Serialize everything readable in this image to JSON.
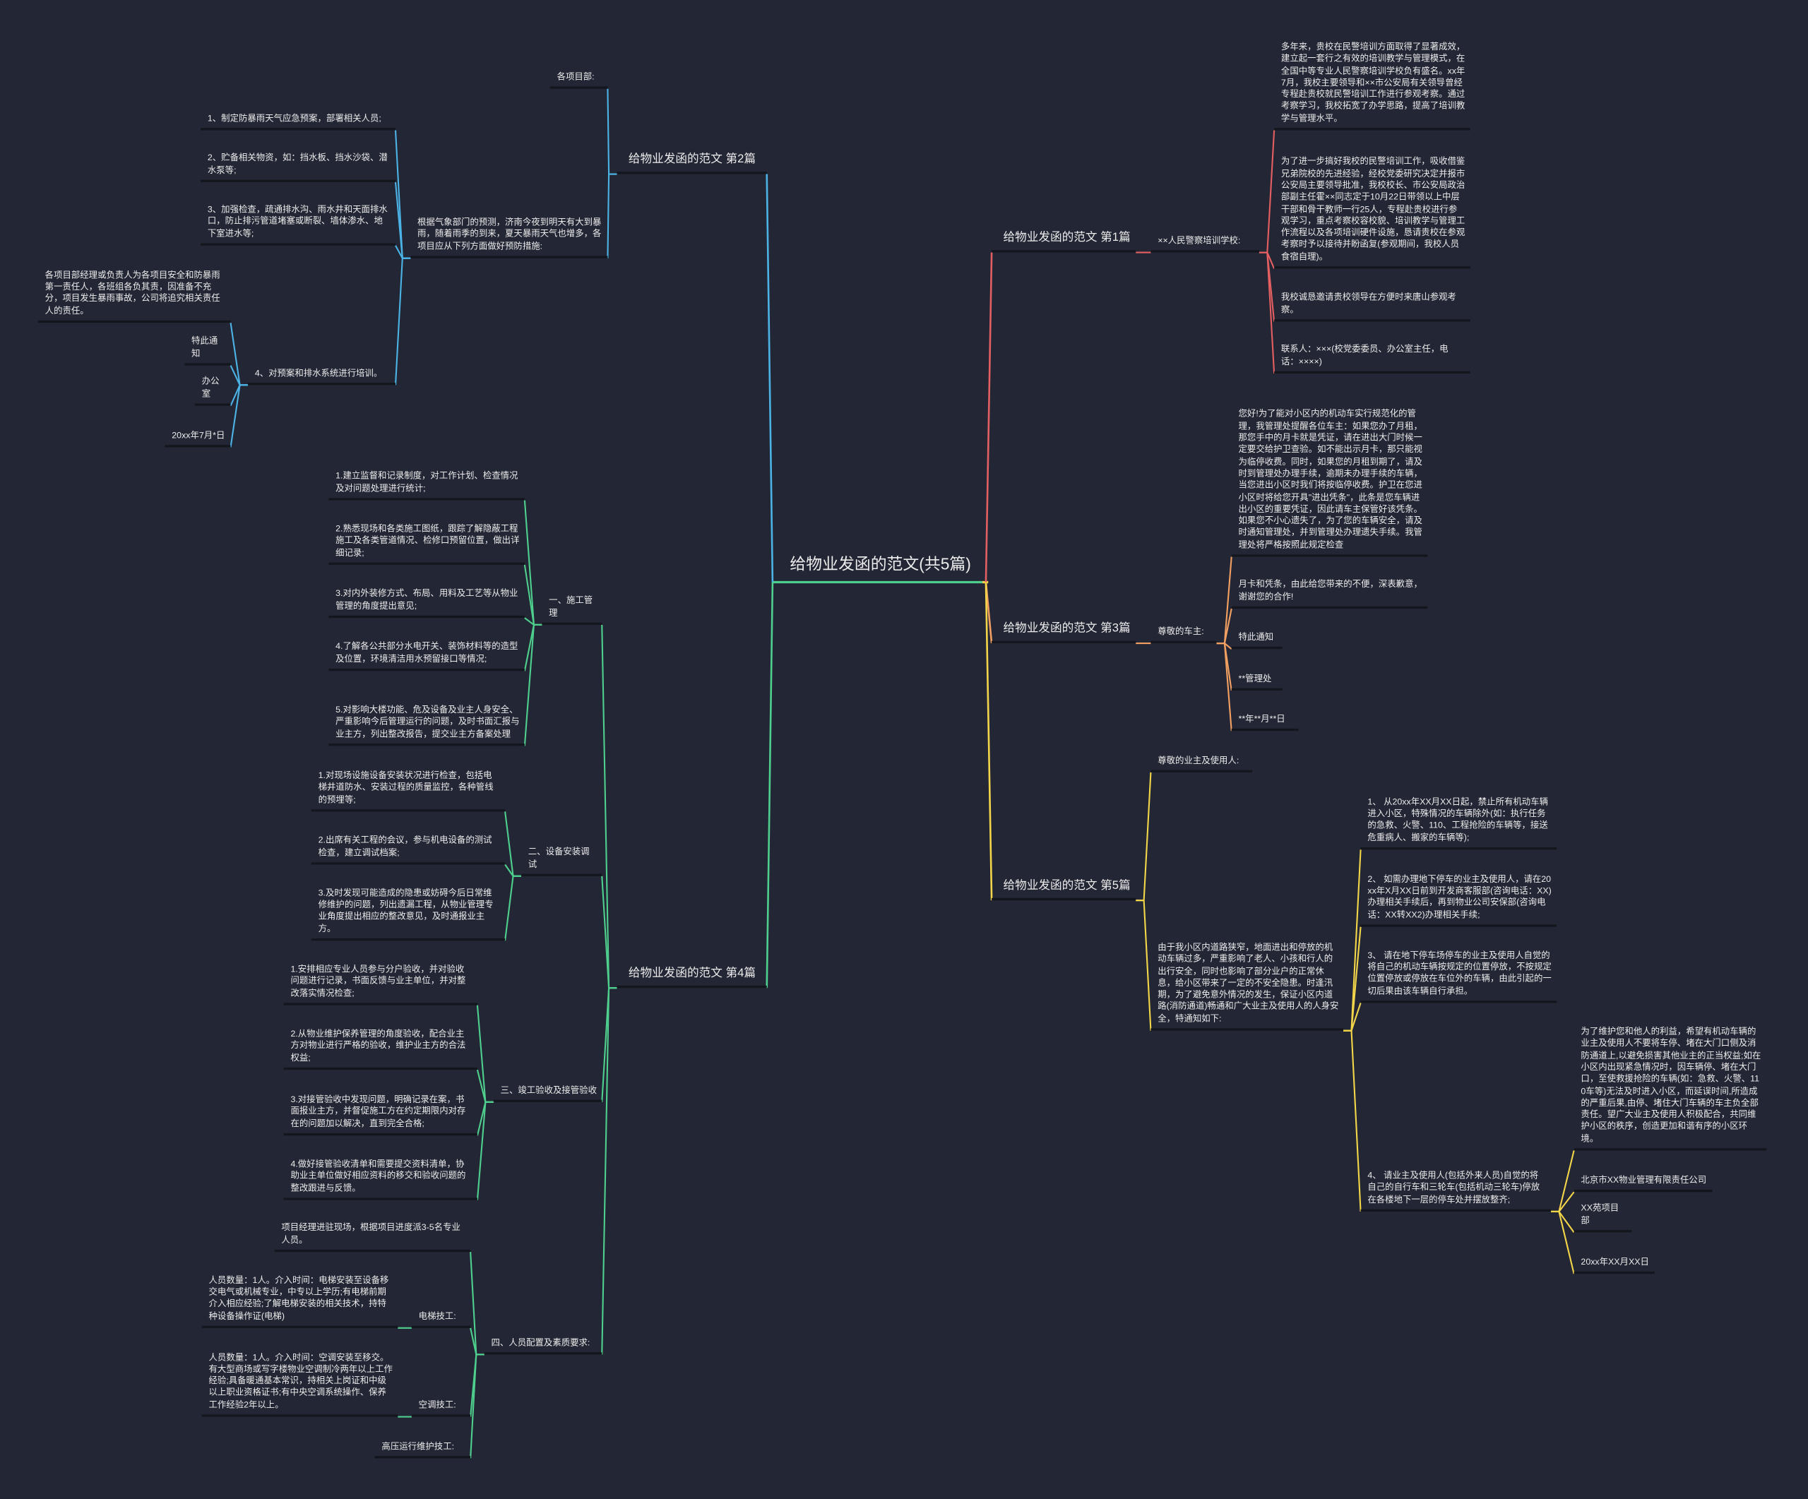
{
  "root": {
    "title": "给物业发函的范文(共5篇)"
  },
  "p2": {
    "title": "给物业发函的范文 第2篇",
    "greeting": "各项目部:",
    "intro": "根据气象部门的预测，济南今夜到明天有大到暴雨，随着雨季的到来，夏天暴雨天气也增多，各项目应从下列方面做好预防措施:",
    "items": [
      "1、制定防暴雨天气应急预案，部署相关人员;",
      "2、贮备相关物资，如：挡水板、挡水沙袋、潜水泵等;",
      "3、加强检查，疏通排水沟、雨水井和天面排水口，防止排污管道堵塞或断裂、墙体渗水、地下室进水等;",
      "4、对预案和排水系统进行培训。"
    ],
    "item4_children": [
      "各项目部经理或负责人为各项目安全和防暴雨第一责任人，各班组各负其责，因准备不充分，项目发生暴雨事故，公司将追究相关责任人的责任。",
      "特此通知",
      "办公室",
      "20xx年7月*日"
    ]
  },
  "p4": {
    "title": "给物业发函的范文 第4篇",
    "sections": [
      {
        "label": "一、施工管理",
        "items": [
          "1.建立监督和记录制度，对工作计划、检查情况及对问题处理进行统计;",
          "2.熟悉现场和各类施工图纸，跟踪了解隐蔽工程施工及各类管道情况、检修口预留位置，做出详细记录;",
          "3.对内外装修方式、布局、用料及工艺等从物业管理的角度提出意见;",
          "4.了解各公共部分水电开关、装饰材料等的造型及位置，环境清洁用水预留接口等情况;",
          "5.对影响大楼功能、危及设备及业主人身安全、严重影响今后管理运行的问题，及时书面汇报与业主方，列出整改报告，提交业主方备案处理"
        ]
      },
      {
        "label": "二、设备安装调试",
        "items": [
          "1.对现场设施设备安装状况进行检查，包括电梯井道防水、安装过程的质量监控，各种管线的预埋等;",
          "2.出席有关工程的会议，参与机电设备的测试检查，建立调试档案;",
          "3.及时发现可能造成的隐患或妨碍今后日常维修维护的问题，列出遗漏工程，从物业管理专业角度提出相应的整改意见，及时通报业主方。"
        ]
      },
      {
        "label": "三、竣工验收及接管验收",
        "items": [
          "1.安排相应专业人员参与分户验收，并对验收问题进行记录，书面反馈与业主单位，并对整改落实情况检查;",
          "2.从物业维护保养管理的角度验收，配合业主方对物业进行严格的验收，维护业主方的合法权益;",
          "3.对接管验收中发现问题，明确记录在案，书面报业主方，并督促施工方在约定期限内对存在的问题加以解决，直到完全合格;",
          "4.做好接管验收清单和需要提交资料清单，协助业主单位做好相应资料的移交和验收问题的整改跟进与反馈。"
        ]
      },
      {
        "label": "四、人员配置及素质要求:",
        "items": [
          "项目经理进驻现场，根据项目进度派3-5名专业人员。",
          "电梯技工:",
          "空调技工:",
          "高压运行维护技工:"
        ],
        "elevator_detail": "人员数量：1人。介入时间：电梯安装至设备移交电气或机械专业，中专以上学历;有电梯前期介入相应经验;了解电梯安装的相关技术，持特种设备操作证(电梯)",
        "ac_detail": "人员数量：1人。介入时间：空调安装至移交。有大型商场或写字楼物业空调制冷两年以上工作经验;具备暖通基本常识，持相关上岗证和中级以上职业资格证书;有中央空调系统操作、保养工作经验2年以上。"
      }
    ]
  },
  "p1": {
    "title": "给物业发函的范文 第1篇",
    "greeting": "××人民警察培训学校:",
    "items": [
      "多年来，贵校在民警培训方面取得了显著成效，建立起一套行之有效的培训教学与管理模式，在全国中等专业人民警察培训学校负有盛名。xx年7月，我校主要领导和××市公安局有关领导曾经专程赴贵校就民警培训工作进行参观考察。通过考察学习，我校拓宽了办学思路，提高了培训教学与管理水平。",
      "为了进一步搞好我校的民警培训工作，吸收借鉴兄弟院校的先进经验，经校党委研究决定并报市公安局主要领导批准，我校校长、市公安局政治部副主任霍××同志定于10月22日带领以上中层干部和骨干教师一行25人，专程赴贵校进行参观学习，重点考察校容校貌、培训教学与管理工作流程以及各项培训硬件设施，恳请贵校在参观考察时予以接待并盼函复(参观期间，我校人员食宿自理)。",
      "我校诚恳邀请贵校领导在方便时来唐山参观考察。",
      "联系人：×××(校党委委员、办公室主任，电话：××××)"
    ]
  },
  "p3": {
    "title": "给物业发函的范文 第3篇",
    "greeting": "尊敬的车主:",
    "items": [
      "您好!为了能对小区内的机动车实行规范化的管理，我管理处提醒各位车主：如果您办了月租，那您手中的月卡就是凭证，请在进出大门时候一定要交给护卫查验。如不能出示月卡，那只能视为临停收费。同时，如果您的月租到期了，请及时到管理处办理手续，逾期未办理手续的车辆，当您进出小区时我们将按临停收费。护卫在您进小区时将给您开具\"进出凭条\"，此条是您车辆进出小区的重要凭证，因此请车主保管好该凭条。如果您不小心遗失了，为了您的车辆安全，请及时通知管理处，并到管理处办理遗失手续。我管理处将严格按照此规定检查",
      "月卡和凭条，由此给您带来的不便，深表歉意，谢谢您的合作!",
      "特此通知",
      "**管理处",
      "**年**月**日"
    ]
  },
  "p5": {
    "title": "给物业发函的范文 第5篇",
    "greeting": "尊敬的业主及使用人:",
    "intro": "由于我小区内道路狭窄，地面进出和停放的机动车辆过多，严重影响了老人、小孩和行人的出行安全，同时也影响了部分业户的正常休息，给小区带来了一定的不安全隐患。时逢汛期，为了避免意外情况的发生，保证小区内道路(消防通道)畅通和广大业主及使用人的人身安全，特通知如下:",
    "items": [
      "1、 从20xx年XX月XX日起，禁止所有机动车辆进入小区，特殊情况的车辆除外(如：执行任务的急救、火警、110、工程抢险的车辆等，接送危重病人、搬家的车辆等);",
      "2、 如需办理地下停车的业主及使用人，请在20xx年X月XX日前到开发商客服部(咨询电话：XX)办理相关手续后，再到物业公司安保部(咨询电话：XX转XX2)办理相关手续;",
      "3、 请在地下停车场停车的业主及使用人自觉的将自己的机动车辆按规定的位置停放，不按规定位置停放或停放在车位外的车辆，由此引起的一切后果由该车辆自行承担。",
      "4、 请业主及使用人(包括外来人员)自觉的将自己的自行车和三轮车(包括机动三轮车)停放在各楼地下一层的停车处并摆放整齐;"
    ],
    "item4_children": [
      "为了维护您和他人的利益，希望有机动车辆的业主及使用人不要将车停、堵在大门口侧及消防通道上,以避免损害其他业主的正当权益;如在小区内出现紧急情况时，因车辆停、堵在大门口，至使救援抢险的车辆(如：急救、火警、110车等)无法及时进入小区，而延误时间,所造成的严重后果,由停、堵住大门车辆的车主负全部责任。望广大业主及使用人积极配合，共同维护小区的秩序，创造更加和谐有序的小区环境。",
      "北京市XX物业管理有限责任公司",
      "XX苑项目部",
      "20xx年XX月XX日"
    ]
  },
  "colors": {
    "background": "#232634",
    "blue": "#4bb3e6",
    "green": "#4fcf8d",
    "red": "#e35f61",
    "orange": "#f2a062",
    "yellow": "#f3d54a"
  }
}
